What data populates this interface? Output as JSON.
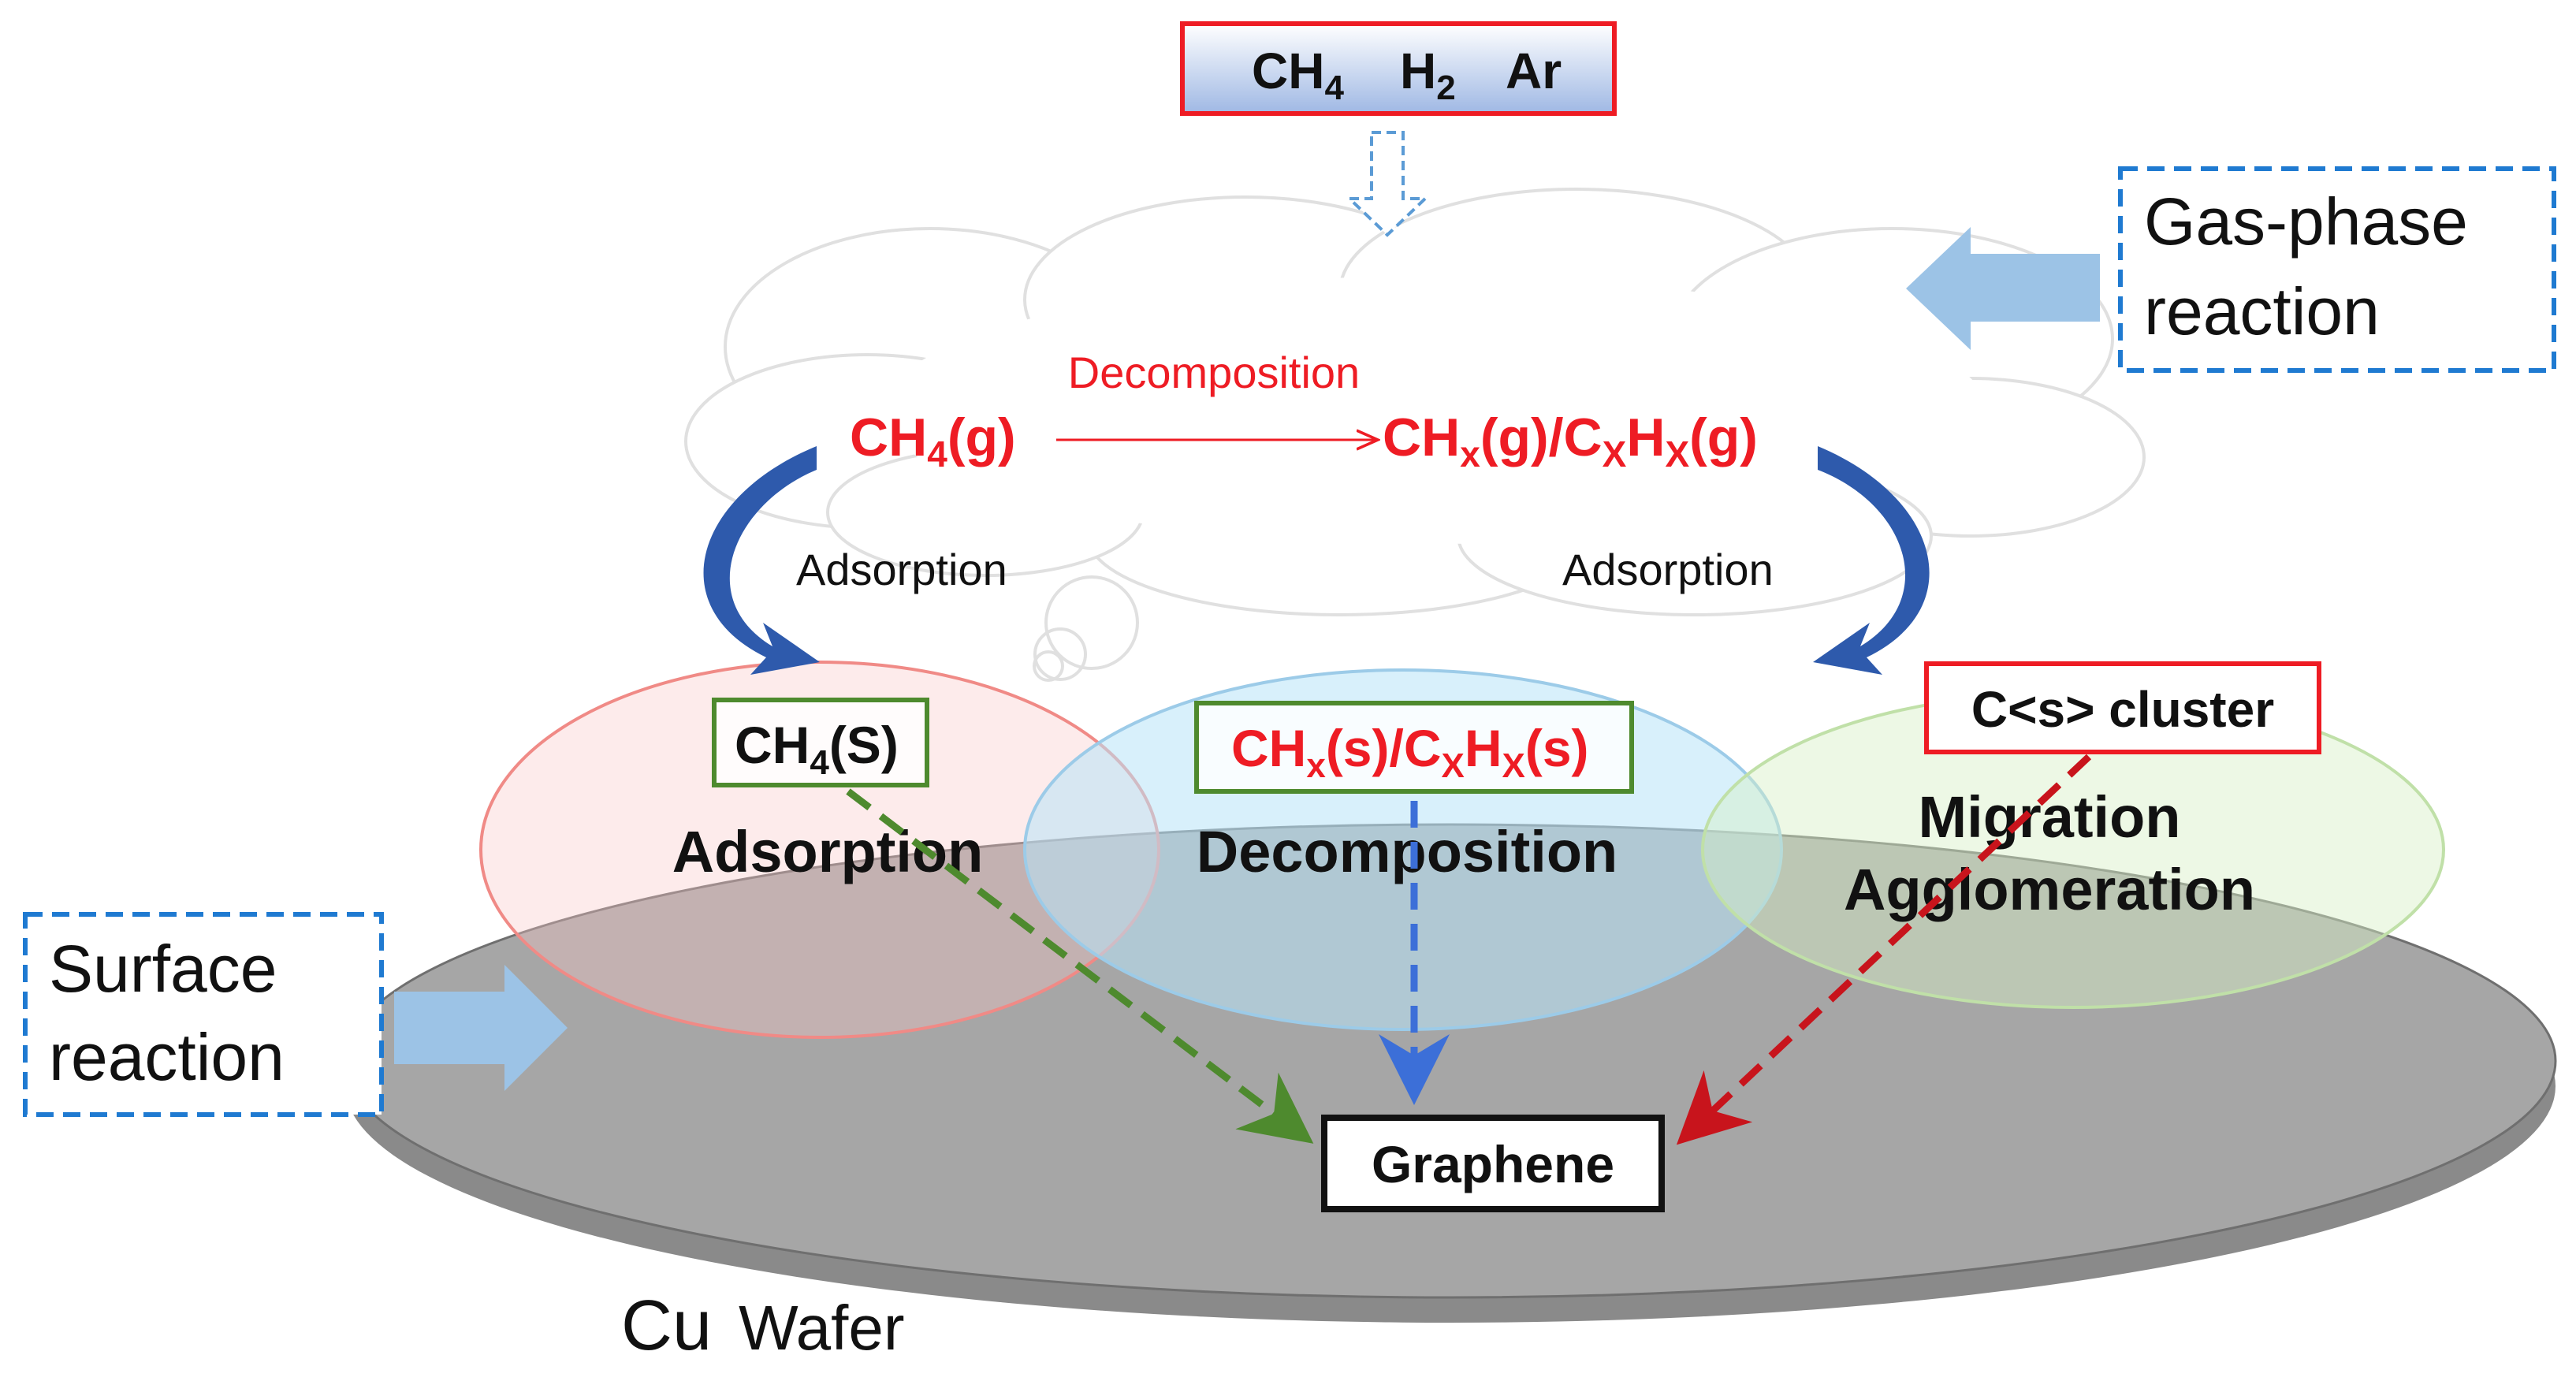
{
  "gas_inputs": {
    "ch4": {
      "base": "CH",
      "sub": "4"
    },
    "h2": {
      "base": "H",
      "sub": "2"
    },
    "ar": "Ar"
  },
  "gas_phase_label": {
    "line1": "Gas-phase",
    "line2": "reaction"
  },
  "surface_label": {
    "line1": "Surface",
    "line2": "reaction"
  },
  "cloud": {
    "decomposition": "Decomposition",
    "ch4g": {
      "a": "CH",
      "sub": "4",
      "b": "(g)"
    },
    "product": {
      "a": "CH",
      "s1": "x",
      "b": "(g)/C",
      "s2": "X",
      "c": "H",
      "s3": "X",
      "d": "(g)"
    }
  },
  "adsorption_left": "Adsorption",
  "adsorption_right": "Adsorption",
  "species": {
    "ch4s": {
      "a": "CH",
      "sub": "4",
      "b": "(S)"
    },
    "chxs": {
      "a": "CH",
      "s1": "x",
      "b": "(s)/C",
      "s2": "X",
      "c": "H",
      "s3": "X",
      "d": "(s)"
    },
    "cluster": "C<s> cluster"
  },
  "zones": {
    "adsorption": "Adsorption",
    "decomposition": "Decomposition",
    "migration": "Migration",
    "agglomeration": "Agglomeration"
  },
  "graphene": "Graphene",
  "wafer": {
    "a": "Cu",
    "b": "Wafer"
  },
  "colors": {
    "red": "#ee1c24",
    "blue_arrow": "#2e5aac",
    "light_blue": "#9cc3e6",
    "dash_blue": "#1f7ad1",
    "green": "#4e8a2e",
    "wafer": "#9a9a9a",
    "cloud": "#dcdcdc"
  }
}
